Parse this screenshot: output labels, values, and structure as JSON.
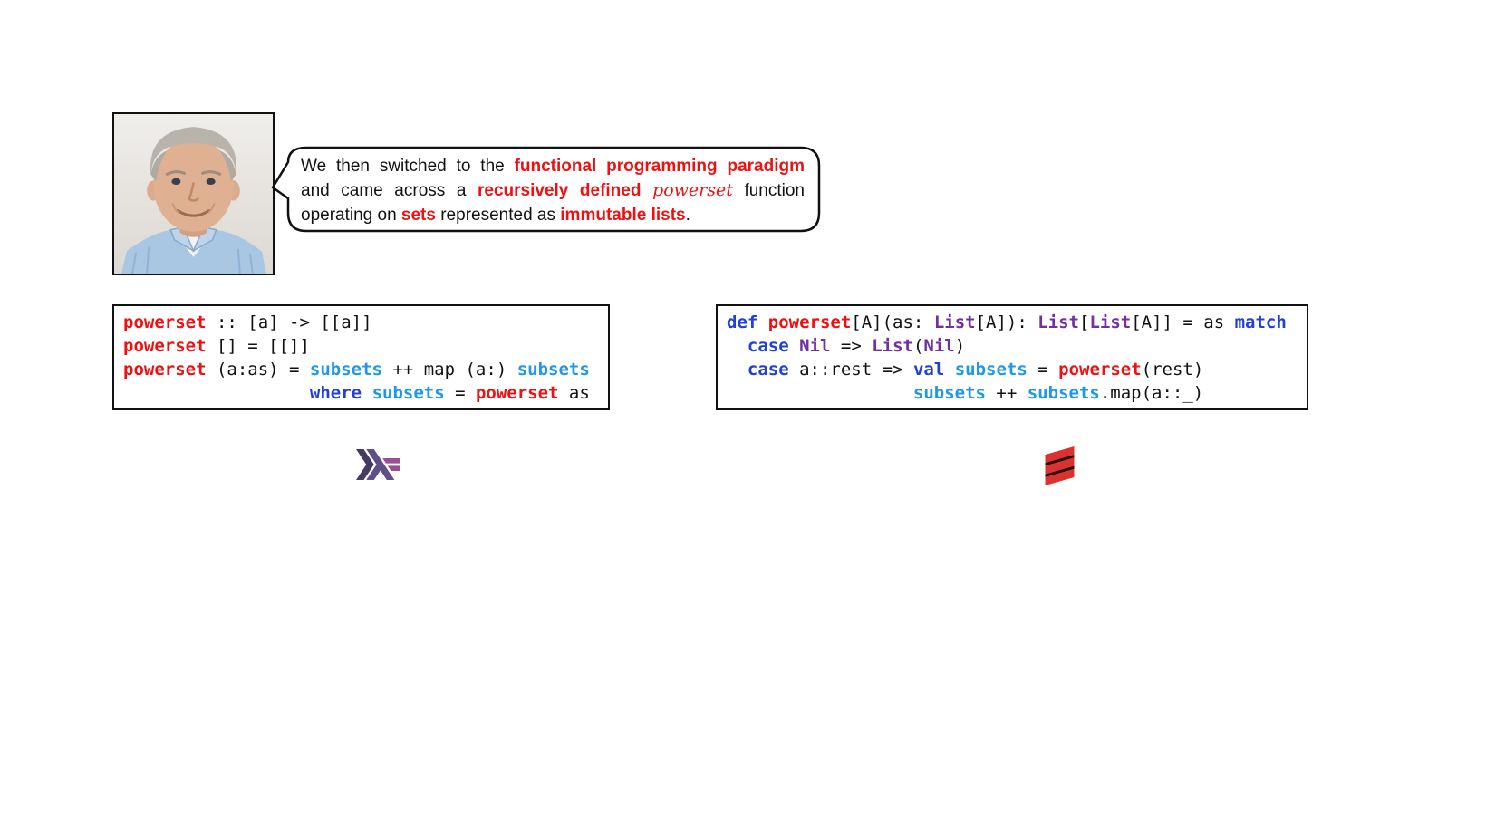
{
  "colors": {
    "code-red": "#EE1112",
    "kw-blue": "#2240D8",
    "var-blue": "#1E98EC",
    "type-purple": "#7030A0",
    "ink": "#111111",
    "haskell-logo-dark": "#453A62",
    "haskell-logo-mid": "#5E5086",
    "haskell-logo-magenta": "#9A4E96",
    "scala-red": "#DC322F",
    "scala-shadow": "#380D09"
  },
  "bubble": {
    "lines": [
      [
        {
          "s": "p",
          "t": "We then switched to the "
        },
        {
          "s": "b",
          "t": "functional programming paradigm"
        }
      ],
      [
        {
          "s": "p",
          "t": "and came across a "
        },
        {
          "s": "b",
          "t": "recursively defined"
        },
        {
          "s": "p",
          "t": " "
        },
        {
          "s": "i",
          "t": "powerset"
        },
        {
          "s": "p",
          "t": " function"
        }
      ],
      [
        {
          "s": "p",
          "t": "operating on "
        },
        {
          "s": "b",
          "t": "sets"
        },
        {
          "s": "p",
          "t": " represented as "
        },
        {
          "s": "b",
          "t": "immutable lists"
        },
        {
          "s": "p",
          "t": "."
        }
      ]
    ]
  },
  "code_panels": [
    {
      "language": "Haskell",
      "logo": "haskell-logo",
      "lines": [
        [
          {
            "c": "fn",
            "t": "powerset"
          },
          {
            "c": "p",
            "t": " :: [a] -> [[a]]"
          }
        ],
        [
          {
            "c": "fn",
            "t": "powerset"
          },
          {
            "c": "p",
            "t": " [] = [[]]"
          }
        ],
        [
          {
            "c": "fn",
            "t": "powerset"
          },
          {
            "c": "p",
            "t": " (a:as) = "
          },
          {
            "c": "var",
            "t": "subsets"
          },
          {
            "c": "p",
            "t": " ++ map (a:) "
          },
          {
            "c": "var",
            "t": "subsets"
          }
        ],
        [
          {
            "c": "p",
            "t": "                  "
          },
          {
            "c": "kw",
            "t": "where"
          },
          {
            "c": "p",
            "t": " "
          },
          {
            "c": "var",
            "t": "subsets"
          },
          {
            "c": "p",
            "t": " = "
          },
          {
            "c": "fn",
            "t": "powerset"
          },
          {
            "c": "p",
            "t": " as"
          }
        ]
      ]
    },
    {
      "language": "Scala",
      "logo": "scala-logo",
      "lines": [
        [
          {
            "c": "kw",
            "t": "def"
          },
          {
            "c": "p",
            "t": " "
          },
          {
            "c": "fn",
            "t": "powerset"
          },
          {
            "c": "p",
            "t": "[A](as: "
          },
          {
            "c": "type",
            "t": "List"
          },
          {
            "c": "p",
            "t": "[A]): "
          },
          {
            "c": "type",
            "t": "List"
          },
          {
            "c": "p",
            "t": "["
          },
          {
            "c": "type",
            "t": "List"
          },
          {
            "c": "p",
            "t": "[A]] = as "
          },
          {
            "c": "kw",
            "t": "match"
          }
        ],
        [
          {
            "c": "p",
            "t": "  "
          },
          {
            "c": "kw",
            "t": "case"
          },
          {
            "c": "p",
            "t": " "
          },
          {
            "c": "type",
            "t": "Nil"
          },
          {
            "c": "p",
            "t": " => "
          },
          {
            "c": "type",
            "t": "List"
          },
          {
            "c": "p",
            "t": "("
          },
          {
            "c": "type",
            "t": "Nil"
          },
          {
            "c": "p",
            "t": ")"
          }
        ],
        [
          {
            "c": "p",
            "t": "  "
          },
          {
            "c": "kw",
            "t": "case"
          },
          {
            "c": "p",
            "t": " a::rest => "
          },
          {
            "c": "kw",
            "t": "val"
          },
          {
            "c": "p",
            "t": " "
          },
          {
            "c": "var",
            "t": "subsets"
          },
          {
            "c": "p",
            "t": " = "
          },
          {
            "c": "fn",
            "t": "powerset"
          },
          {
            "c": "p",
            "t": "(rest)"
          }
        ],
        [
          {
            "c": "p",
            "t": "                  "
          },
          {
            "c": "var",
            "t": "subsets"
          },
          {
            "c": "p",
            "t": " ++ "
          },
          {
            "c": "var",
            "t": "subsets"
          },
          {
            "c": "p",
            "t": ".map(a::_)"
          }
        ]
      ]
    }
  ]
}
